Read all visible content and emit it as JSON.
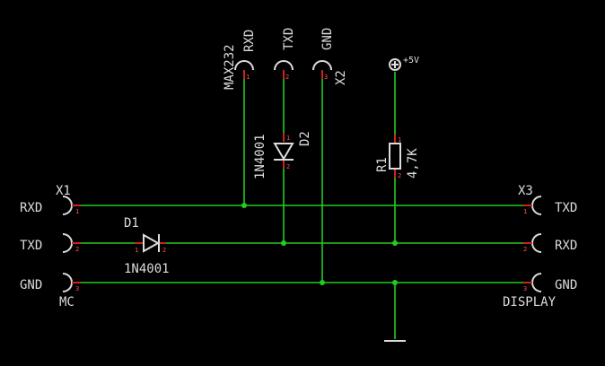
{
  "x1": {
    "name": "X1",
    "part": "MC",
    "pins": [
      "RXD",
      "TXD",
      "GND"
    ],
    "pin_numbers": [
      "1",
      "2",
      "3"
    ]
  },
  "x3": {
    "name": "X3",
    "part": "DISPLAY",
    "pins": [
      "TXD",
      "RXD",
      "GND"
    ],
    "pin_numbers": [
      "1",
      "2",
      "3"
    ]
  },
  "x2": {
    "name": "X2",
    "part": "MAX232",
    "pins": [
      "RXD",
      "TXD",
      "GND"
    ],
    "pin_numbers": [
      "1",
      "2",
      "3"
    ]
  },
  "d1": {
    "name": "D1",
    "value": "1N4001",
    "pin_a": "1",
    "pin_k": "2"
  },
  "d2": {
    "name": "D2",
    "value": "1N4001",
    "pin_a": "1",
    "pin_k": "2"
  },
  "r1": {
    "name": "R1",
    "value": "4,7K",
    "pin_1": "1",
    "pin_2": "2"
  },
  "supply": {
    "label": "+5V"
  },
  "colors": {
    "wire": "#22cc22",
    "part": "#dcdcdc",
    "pin": "#cc2222",
    "background": "#000000"
  }
}
